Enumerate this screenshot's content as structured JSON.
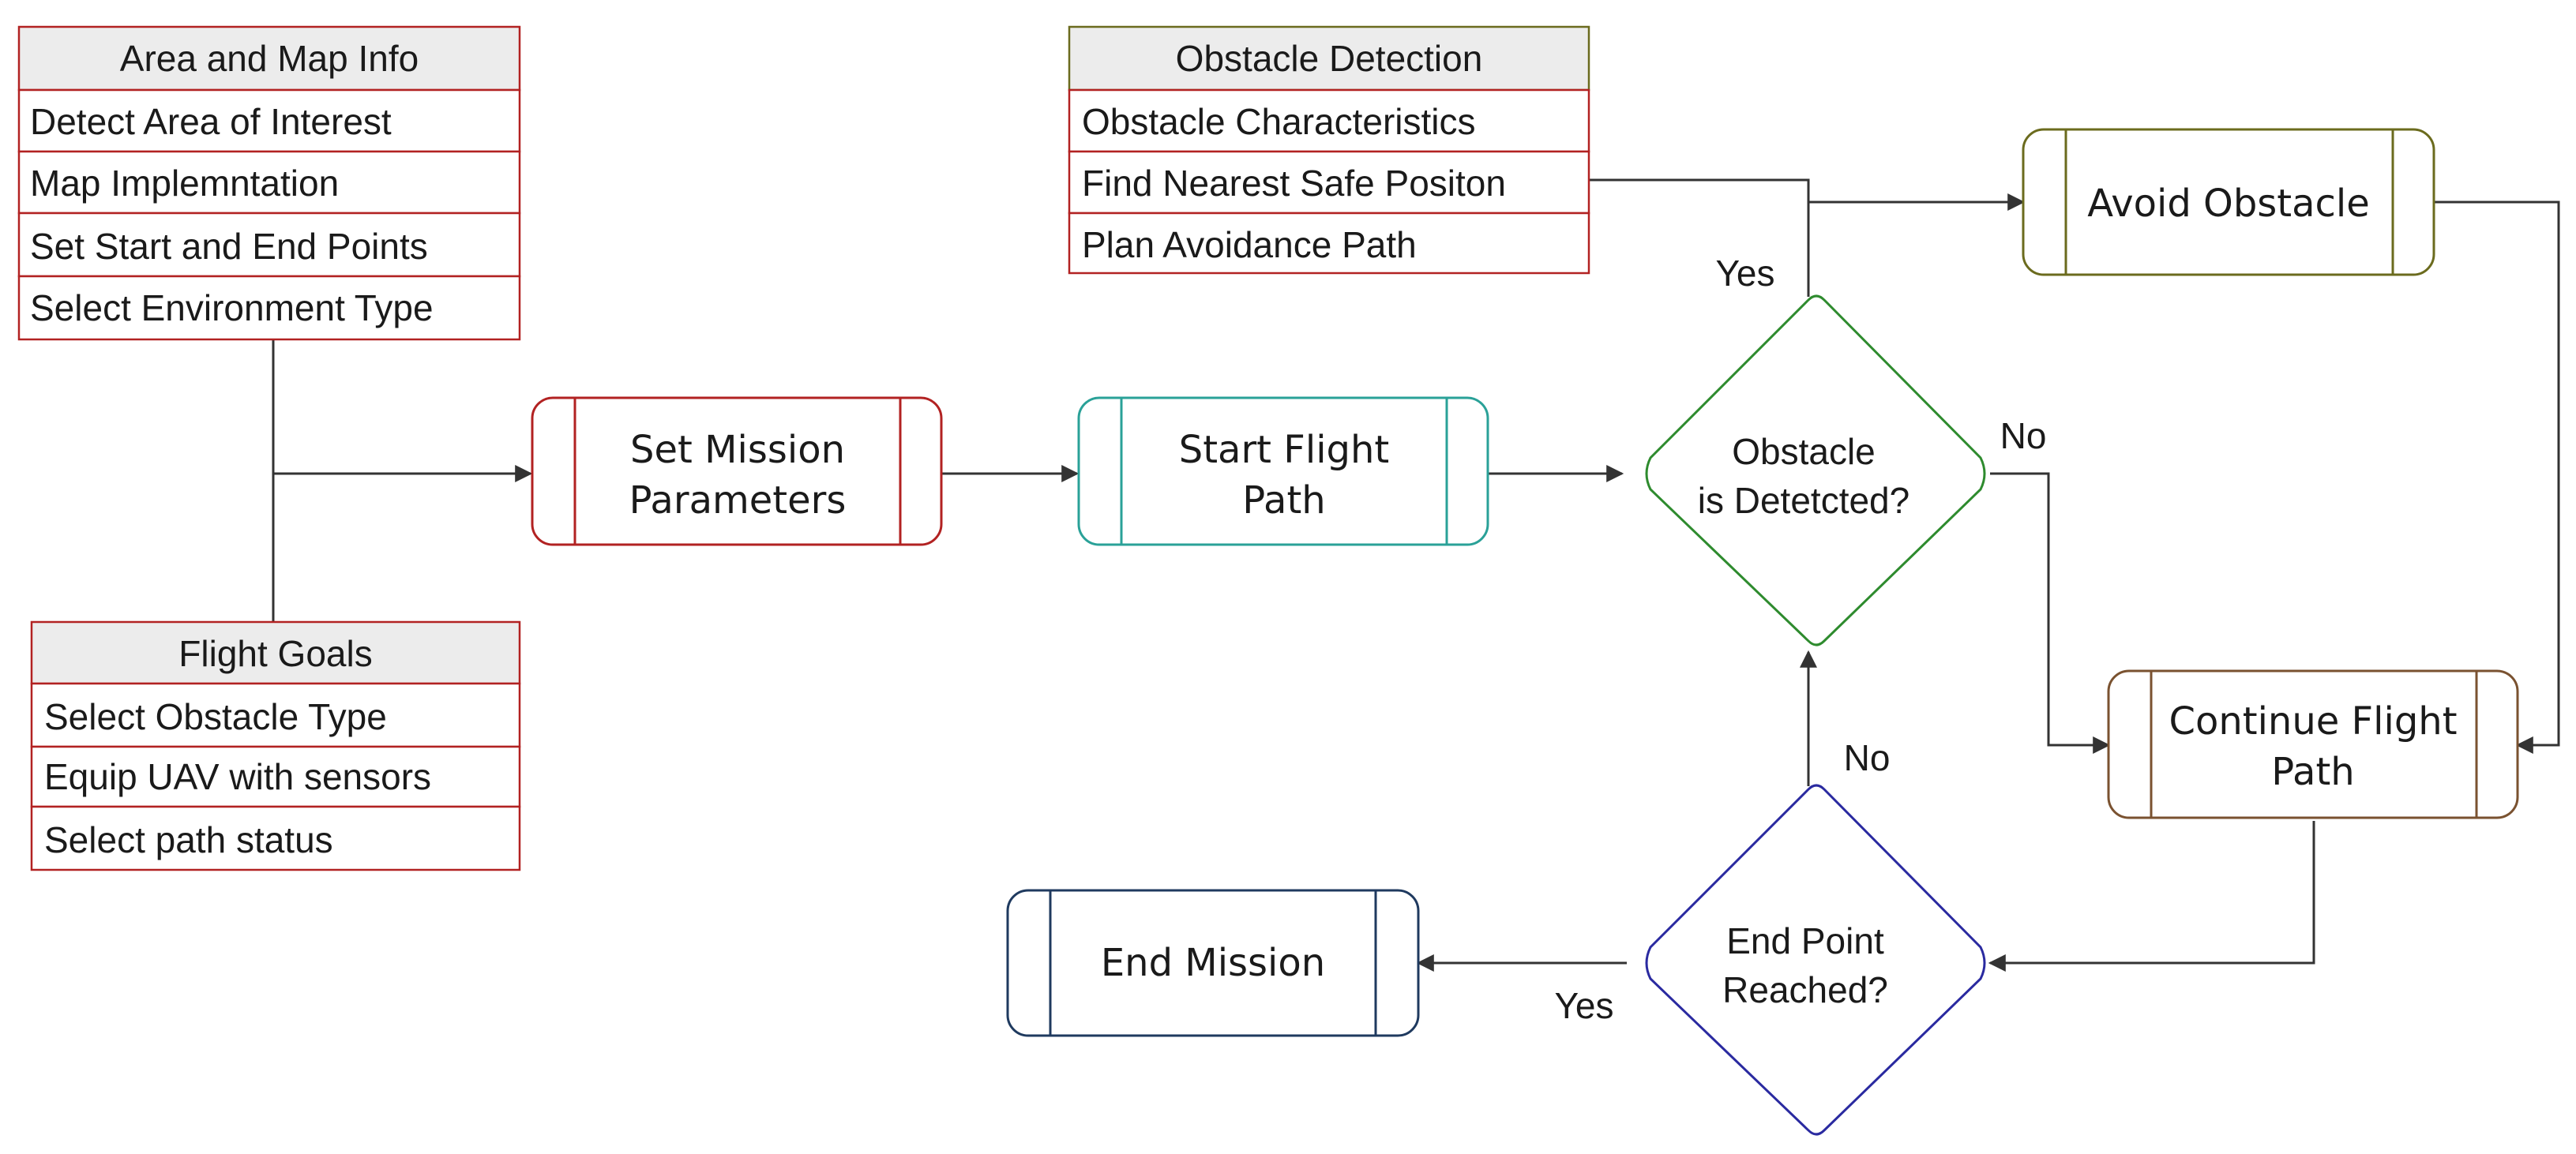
{
  "tables": {
    "area_info": {
      "title": "Area and Map Info",
      "rows": [
        "Detect Area of Interest",
        "Map Implemntation",
        "Set Start and End Points",
        "Select Environment Type"
      ]
    },
    "flight_goals": {
      "title": "Flight Goals",
      "rows": [
        "Select Obstacle Type",
        "Equip UAV with sensors",
        "Select path status"
      ]
    },
    "obstacle_detection": {
      "title": "Obstacle Detection",
      "rows": [
        "Obstacle Characteristics",
        "Find Nearest Safe Positon",
        "Plan Avoidance Path"
      ]
    }
  },
  "processes": {
    "set_mission": [
      "Set Mission",
      "Parameters"
    ],
    "start_flight": [
      "Start Flight",
      "Path"
    ],
    "avoid_obstacle": [
      "Avoid Obstacle"
    ],
    "continue_flight": [
      "Continue Flight",
      "Path"
    ],
    "end_mission": [
      "End Mission"
    ]
  },
  "decisions": {
    "obstacle_detected": [
      "Obstacle",
      "is Detetcted?"
    ],
    "end_point": [
      "End Point",
      "Reached?"
    ]
  },
  "edge_labels": {
    "yes_obstacle": "Yes",
    "no_obstacle": "No",
    "no_end": "No",
    "yes_end": "Yes"
  },
  "colors": {
    "red": "#b22222",
    "olive": "#6b6b1e",
    "teal": "#2aa198",
    "green": "#2e8b2e",
    "brown": "#7a5230",
    "navy": "#1f3a5f",
    "blue": "#2a2aa0",
    "header_bg": "#ececec",
    "line": "#333333"
  }
}
